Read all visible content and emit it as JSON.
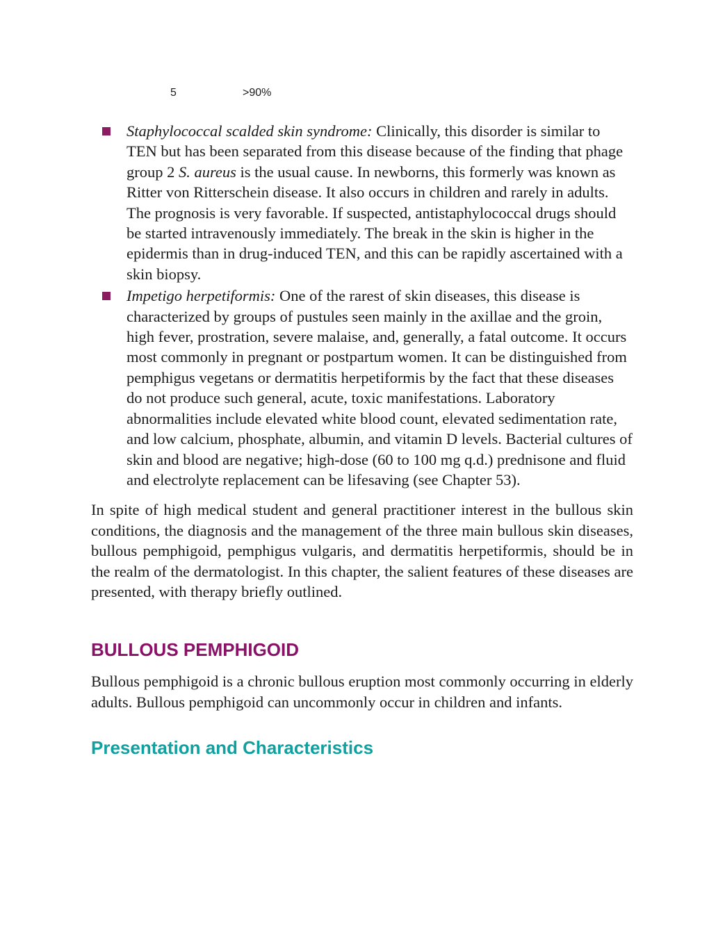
{
  "table_fragment": {
    "col1": "5",
    "col2": ">90%"
  },
  "bullets": [
    {
      "term": "Staphylococcal scalded skin syndrome:",
      "text_before": " Clinically, this disorder is similar to TEN but has been separated from this disease because of the finding that phage group 2 ",
      "italic_inline": "S. aureus",
      "text_after": " is the usual cause. In newborns, this formerly was known as Ritter von Ritterschein disease. It also occurs in children and rarely in adults. The prognosis is very favorable. If suspected, antistaphylococcal drugs should be started intravenously immediately. The break in the skin is higher in the epidermis than in drug-induced TEN, and this can be rapidly ascertained with a skin biopsy."
    },
    {
      "term": "Impetigo herpetiformis:",
      "text": " One of the rarest of skin diseases, this disease is characterized by groups of pustules seen mainly in the axillae and the groin, high fever, prostration, severe malaise, and, generally, a fatal outcome. It occurs most commonly in pregnant or postpartum women. It can be distinguished from pemphigus vegetans or dermatitis herpetiformis by the fact that these diseases do not produce such general, acute, toxic manifestations. Laboratory abnormalities include elevated white blood count, elevated sedimentation rate, and low calcium, phosphate, albumin, and vitamin D levels. Bacterial cultures of skin and blood are negative; high-dose (60 to 100 mg q.d.) prednisone and fluid and electrolyte replacement can be lifesaving (see Chapter 53)."
    }
  ],
  "intro_paragraph": "In spite of high medical student and general practitioner interest in the bullous skin conditions, the diagnosis and the management of the three main bullous skin diseases, bullous pemphigoid, pemphigus vulgaris, and dermatitis herpetiformis, should be in the realm of the dermatologist. In this chapter, the salient features of these diseases are presented, with therapy briefly outlined.",
  "section": {
    "heading": "BULLOUS PEMPHIGOID",
    "paragraph": "Bullous pemphigoid is a chronic bullous eruption most commonly occurring in elderly adults. Bullous pemphigoid can uncommonly occur in children and infants.",
    "subheading": "Presentation and Characteristics"
  },
  "colors": {
    "bullet": "#8b1c62",
    "section_heading": "#8b1068",
    "subsection_heading": "#11a0a0"
  }
}
